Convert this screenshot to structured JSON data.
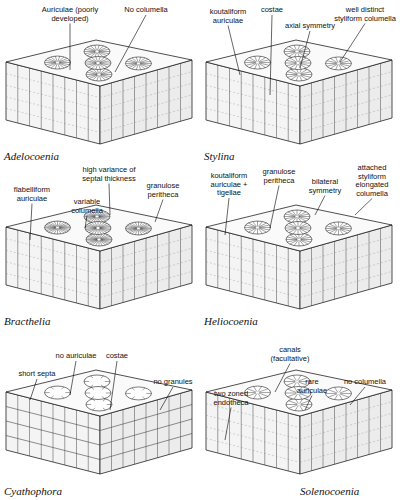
{
  "diagram": {
    "labels": [
      "Auriculae (poorly developed)",
      "No columella",
      "Adelocoenia",
      "koutaliform auriculae",
      "costae",
      "axial symmetry",
      "well distinct styliform columella",
      "Stylina",
      "flabelliform auriculae",
      "variable columella",
      "high variance of septal thickness",
      "granulose peritheca",
      "Bracthelia",
      "koutaliform auriculae + tigellae",
      "granulose peritheca",
      "bilateral symmetry",
      "attached styliform elongated columella",
      "Heliocoenia",
      "no auriculae",
      "costae",
      "short septa",
      "no granules",
      "Cyathophora",
      "canals (facultative)",
      "two zoned endotheca",
      "rare auriculae",
      "no columella",
      "Solenocoenia"
    ]
  }
}
